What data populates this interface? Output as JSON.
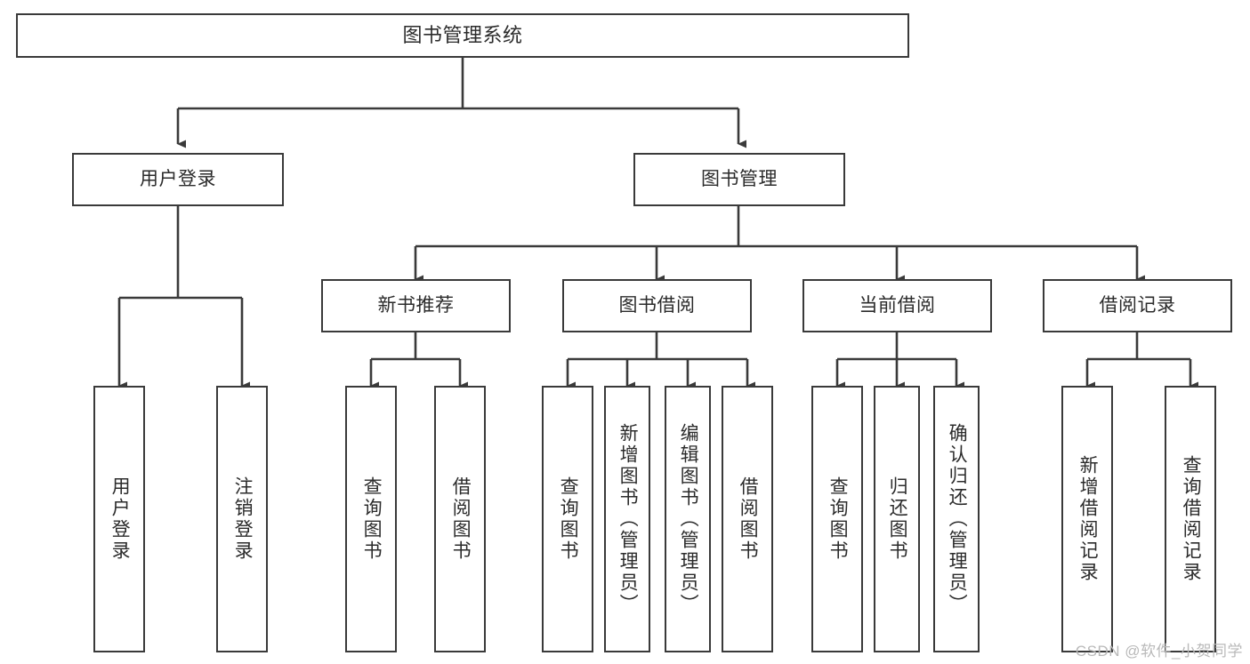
{
  "diagram": {
    "type": "tree-hierarchy-chart",
    "title": "图书管理系统",
    "watermark": "CSDN @软件_小贺同学",
    "colors": {
      "box_border": "#3a3a3a",
      "box_fill": "#ffffff",
      "connector": "#3a3a3a",
      "text": "#2b2b2b",
      "watermark": "#b9b9b9",
      "background": "#ffffff"
    },
    "levels": {
      "level1": [
        "图书管理系统"
      ],
      "level2": [
        "用户登录",
        "图书管理"
      ],
      "level3": [
        "新书推荐",
        "图书借阅",
        "当前借阅",
        "借阅记录"
      ],
      "level4": [
        "用户登录",
        "注销登录",
        "查询图书",
        "借阅图书",
        "查询图书",
        "新增图书（管理员）",
        "编辑图书（管理员）",
        "借阅图书",
        "查询图书",
        "归还图书",
        "确认归还（管理员）",
        "新增借阅记录",
        "查询借阅记录"
      ]
    },
    "nodes": {
      "root": {
        "label": "图书管理系统"
      },
      "user_login": {
        "label": "用户登录"
      },
      "book_manage": {
        "label": "图书管理"
      },
      "new_book_rec": {
        "label": "新书推荐"
      },
      "book_borrow": {
        "label": "图书借阅"
      },
      "current_borrow": {
        "label": "当前借阅"
      },
      "borrow_record": {
        "label": "借阅记录"
      },
      "leaf_user_login": {
        "label": "用户登录"
      },
      "leaf_logout": {
        "label": "注销登录"
      },
      "leaf_query_book_1": {
        "label": "查询图书"
      },
      "leaf_borrow_book_1": {
        "label": "借阅图书"
      },
      "leaf_query_book_2": {
        "label": "查询图书"
      },
      "leaf_add_book": {
        "label": "新增图书（管理员）"
      },
      "leaf_edit_book": {
        "label": "编辑图书（管理员）"
      },
      "leaf_borrow_book_2": {
        "label": "借阅图书"
      },
      "leaf_query_book_3": {
        "label": "查询图书"
      },
      "leaf_return_book": {
        "label": "归还图书"
      },
      "leaf_confirm_return": {
        "label": "确认归还（管理员）"
      },
      "leaf_add_record": {
        "label": "新增借阅记录"
      },
      "leaf_query_record": {
        "label": "查询借阅记录"
      }
    },
    "edges": [
      {
        "from": "root",
        "to": "user_login"
      },
      {
        "from": "root",
        "to": "book_manage"
      },
      {
        "from": "user_login",
        "to": "leaf_user_login"
      },
      {
        "from": "user_login",
        "to": "leaf_logout"
      },
      {
        "from": "book_manage",
        "to": "new_book_rec"
      },
      {
        "from": "book_manage",
        "to": "book_borrow"
      },
      {
        "from": "book_manage",
        "to": "current_borrow"
      },
      {
        "from": "book_manage",
        "to": "borrow_record"
      },
      {
        "from": "new_book_rec",
        "to": "leaf_query_book_1"
      },
      {
        "from": "new_book_rec",
        "to": "leaf_borrow_book_1"
      },
      {
        "from": "book_borrow",
        "to": "leaf_query_book_2"
      },
      {
        "from": "book_borrow",
        "to": "leaf_add_book"
      },
      {
        "from": "book_borrow",
        "to": "leaf_edit_book"
      },
      {
        "from": "book_borrow",
        "to": "leaf_borrow_book_2"
      },
      {
        "from": "current_borrow",
        "to": "leaf_query_book_3"
      },
      {
        "from": "current_borrow",
        "to": "leaf_return_book"
      },
      {
        "from": "current_borrow",
        "to": "leaf_confirm_return"
      },
      {
        "from": "borrow_record",
        "to": "leaf_add_record"
      },
      {
        "from": "borrow_record",
        "to": "leaf_query_record"
      }
    ]
  }
}
